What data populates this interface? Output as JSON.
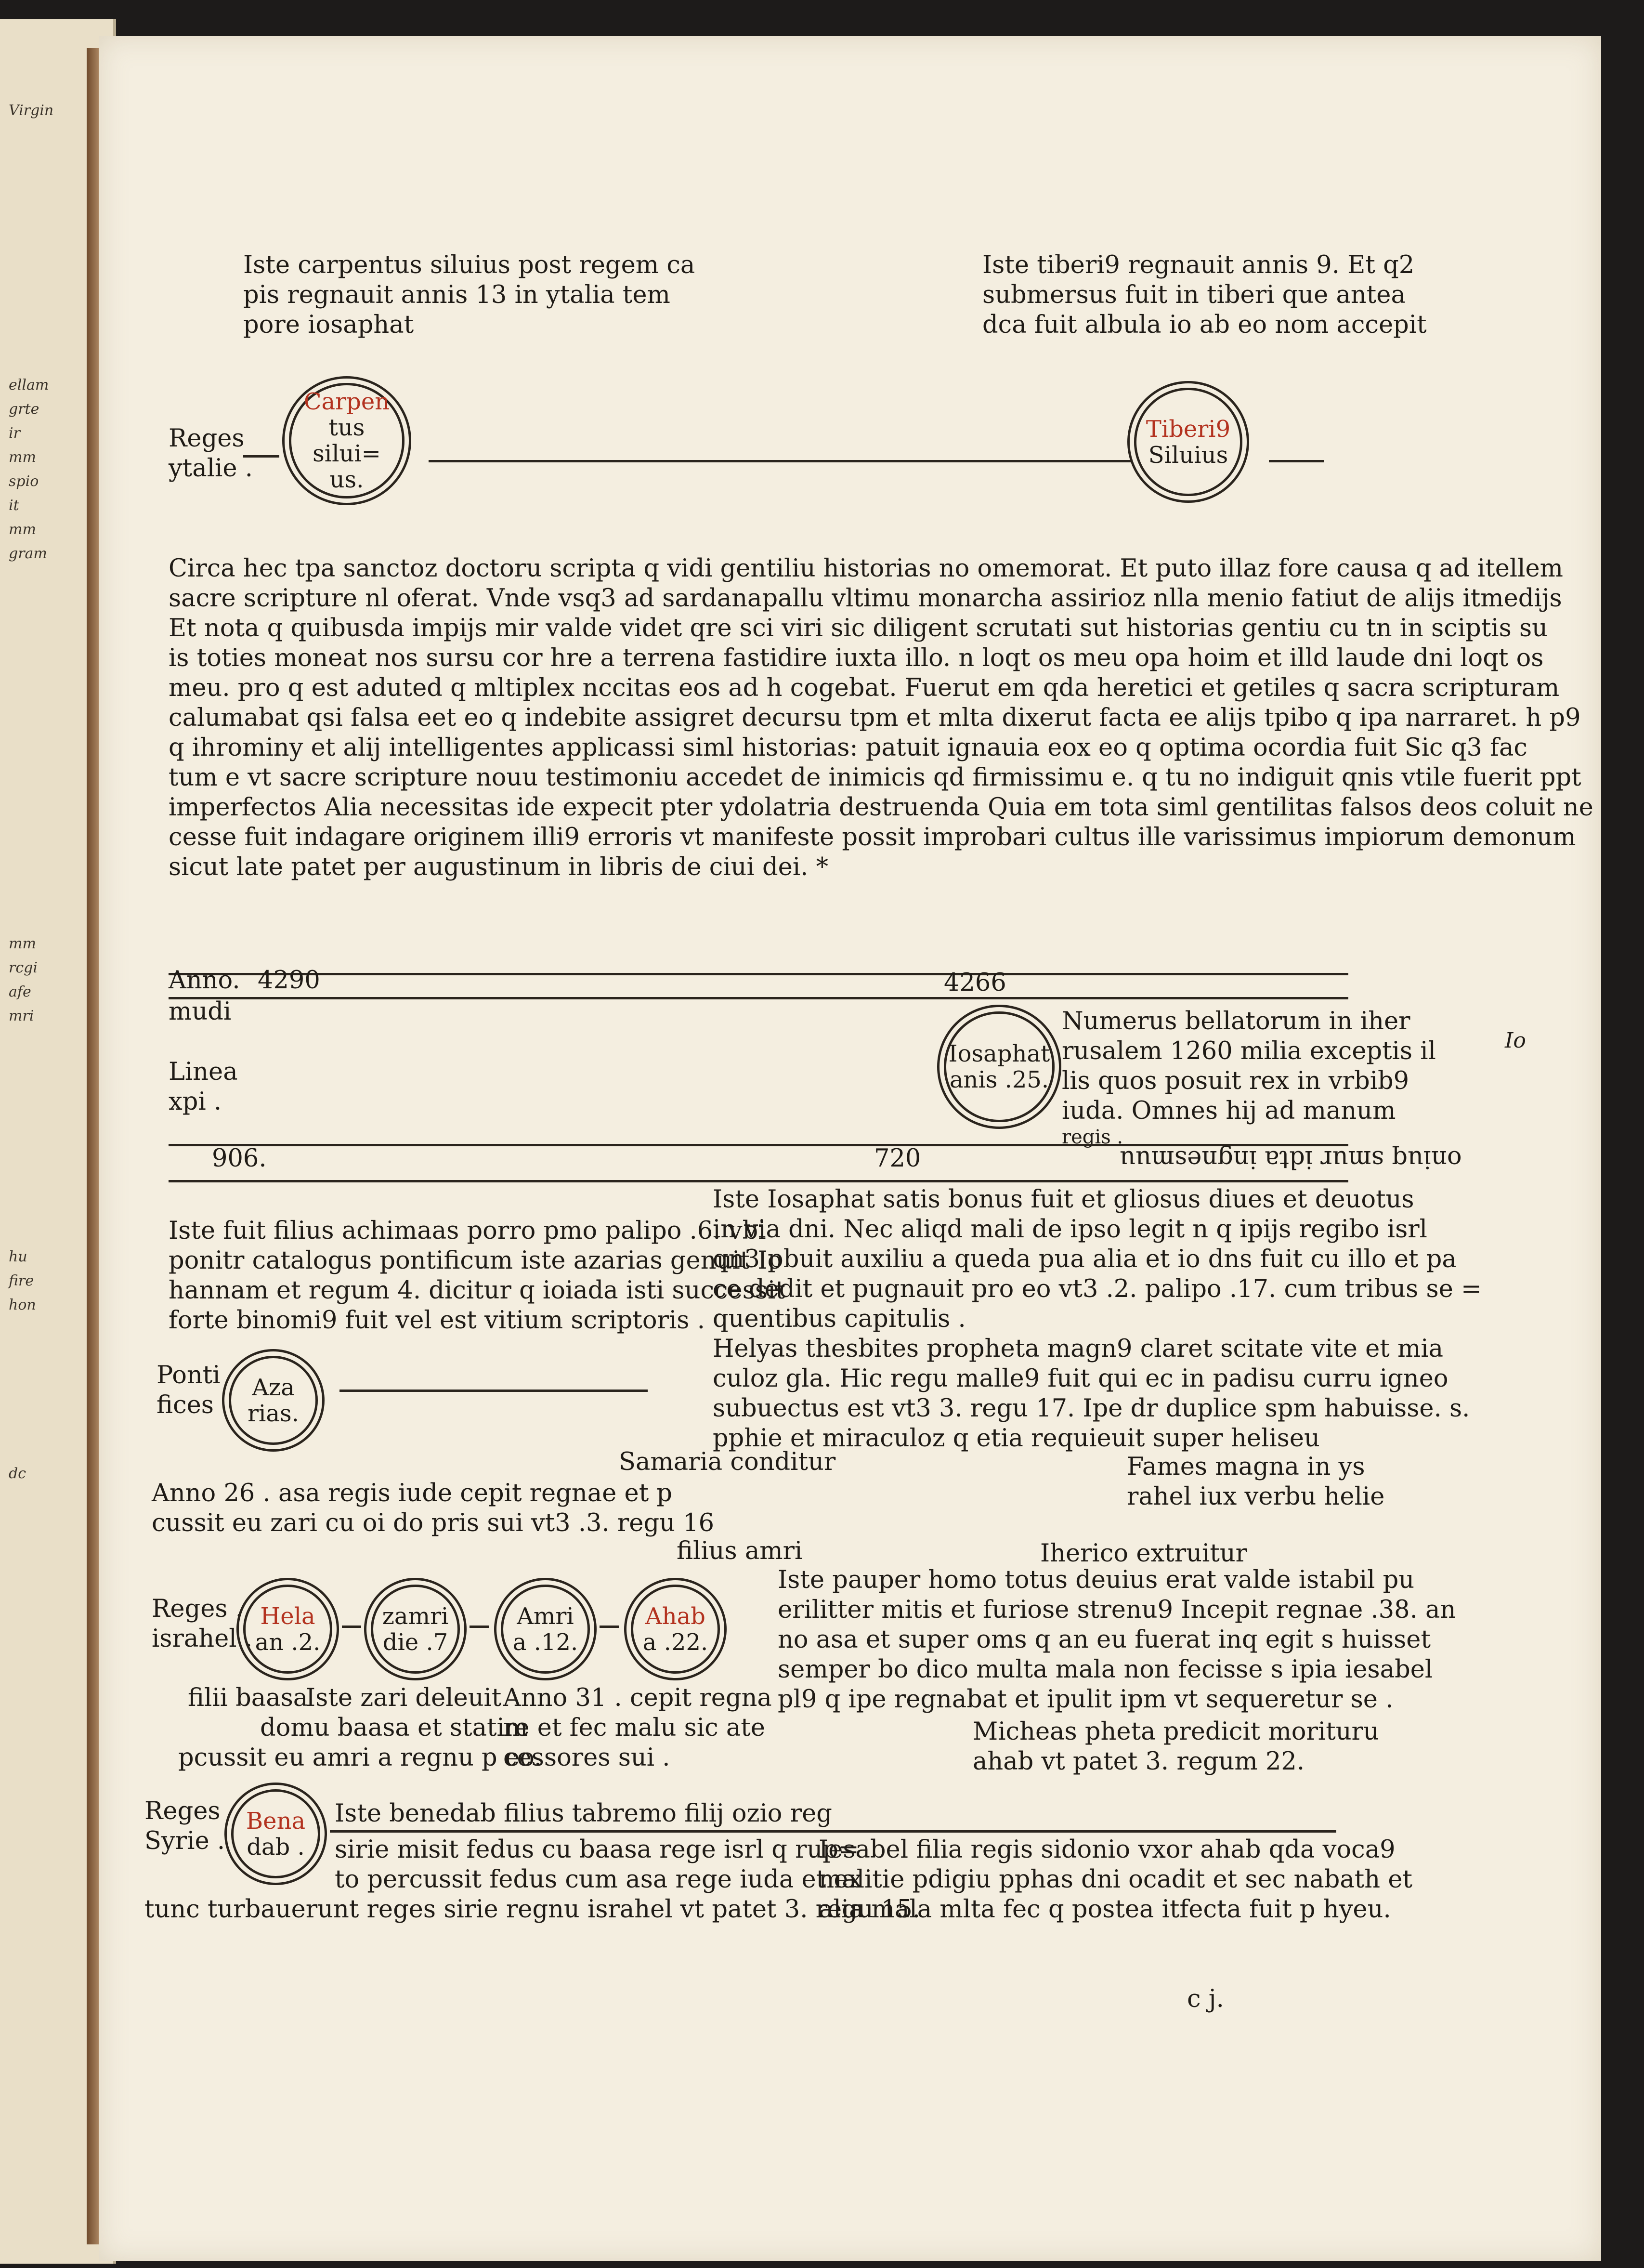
{
  "left_page_fragments": [
    "Virgin",
    "ellam",
    "grte",
    "ir",
    "mm",
    "spio",
    "it",
    "mm",
    "gram",
    "mm",
    "rcgi",
    "afe",
    "mri",
    "hu",
    "fire",
    "hon",
    "dc"
  ],
  "top_left_note": [
    "Iste carpentus siluius post regem ca",
    "pis regnauit annis 13 in ytalia tem",
    "pore iosaphat"
  ],
  "top_right_note": [
    "Iste tiberi9 regnauit annis 9. Et q2",
    "submersus fuit in tiberi que antea",
    "dca fuit albula io ab eo nom accepit"
  ],
  "reges_ytalie": [
    "Reges",
    "ytalie ."
  ],
  "circle_carpentus": [
    "Carpen",
    "tus silui=",
    "us."
  ],
  "circle_tiberius": [
    "Tiberi9",
    "Siluius"
  ],
  "main_paragraph": [
    "Circa hec tpa sanctoz doctoru scripta q vidi gentiliu historias no omemorat. Et puto illaz fore causa q ad itellem",
    "sacre scripture nl oferat. Vnde vsq3 ad sardanapallu vltimu monarcha assirioz nlla menio fatiut de alijs itmedijs",
    "Et nota q quibusda impijs mir valde videt qre sci viri sic diligent scrutati sut historias gentiu cu tn in sciptis su",
    "is toties moneat nos sursu cor hre a terrena fastidire iuxta illo. n loqt os meu opa hoim et illd laude dni loqt os",
    "meu. pro q est aduted q mltiplex nccitas eos ad h cogebat. Fuerut em qda heretici et getiles q sacra scripturam",
    "calumabat qsi falsa eet eo q indebite assigret decursu tpm et mlta dixerut facta ee alijs tpibo q ipa narraret. h p9",
    "q ihrominy et alij intelligentes applicassi siml historias: patuit ignauia eox eo q optima ocordia fuit Sic q3 fac",
    "tum e vt sacre scripture nouu testimoniu accedet de inimicis qd firmissimu e. q tu no indiguit qnis vtile fuerit ppt",
    "imperfectos Alia necessitas ide expecit pter ydolatria destruenda Quia em tota siml gentilitas falsos deos coluit ne",
    "cesse fuit indagare originem illi9 erroris vt manifeste possit improbari cultus ille varissimus impiorum demonum",
    "sicut late patet per augustinum in libris de ciui dei. *"
  ],
  "anno_mundi_labels": [
    "Anno.",
    "mudi",
    "Linea",
    "xpi ."
  ],
  "year_left_top": "4290",
  "year_right_top": "4266",
  "year_bottom_left": "906.",
  "year_bottom_mid": "720",
  "circle_iosaphat": [
    "Iosaphat",
    "anis .25."
  ],
  "numerus_note": [
    "Numerus bellatorum in iher",
    "rusalem 1260 milia exceptis il",
    "lis quos posuit rex in vrbib9",
    "iuda. Omnes hij ad manum",
    "regis ."
  ],
  "inverted_note": "oniuq smur idta ingnesmuu",
  "margin_mark": "Io",
  "iosaphat_paragraph": [
    "Iste Iosaphat satis bonus fuit et gliosus diues et deuotus",
    "in via dni. Nec aliqd mali de ipso legit n q ipijs regibo isrl",
    "qn3 pbuit auxiliu a queda pua alia et io dns fuit cu illo et pa",
    "ce dedit et pugnauit pro eo vt3 .2. palipo .17. cum tribus se =",
    "quentibus capitulis ."
  ],
  "helyas_paragraph": [
    "Helyas thesbites propheta magn9 claret scitate vite et mia",
    "culoz gla. Hic regu malle9 fuit qui ec in padisu curru igneo",
    "subuectus est vt3 3. regu 17. Ipe dr duplice spm habuisse. s.",
    "pphie et miraculoz q etia requieuit super heliseu"
  ],
  "azarias_paragraph": [
    "Iste fuit filius achimaas porro pmo palipo .6. vbi",
    "ponitr catalogus pontificum iste azarias genuit Io",
    "hannam et regum 4. dicitur q ioiada isti successit",
    "forte binomi9 fuit vel est vitium scriptoris ."
  ],
  "ponti_fices": [
    "Ponti",
    "fices ."
  ],
  "circle_azarias": [
    "Aza",
    "rias."
  ],
  "samaria": "Samaria conditur",
  "fames": [
    "Fames magna in ys",
    "rahel iux verbu helie"
  ],
  "anno26": [
    "Anno 26 . asa regis iude cepit regnae et p",
    "cussit eu zari cu oi do pris sui vt3 .3. regu 16"
  ],
  "filius_amri": "filius amri",
  "iherico": "Iherico extruitur",
  "reges_israhel": [
    "Reges .",
    "israhel ."
  ],
  "circle_hela": [
    "Hela",
    "an .2."
  ],
  "circle_zamri": [
    "zamri",
    "die .7"
  ],
  "circle_amri": [
    "Amri",
    "a .12."
  ],
  "circle_ahab": [
    "Ahab",
    "a .22."
  ],
  "ahab_paragraph": [
    "Iste pauper homo totus deuius erat valde istabil pu",
    "erilitter mitis et furiose strenu9 Incepit regnae .38. an",
    "no asa et super oms q an eu fuerat inq egit s huisset",
    "semper bo dico multa mala non fecisse s ipia iesabel",
    "pl9 q ipe regnabat et ipulit ipm vt sequeretur se ."
  ],
  "micheas": [
    "Micheas pheta predicit morituru",
    "ahab vt patet 3. regum 22."
  ],
  "filii_baasa": [
    "filii baasa",
    "domu baasa et statim",
    "pcussit eu amri a regnu p eo."
  ],
  "zari_note": "Iste zari deleuit",
  "anno31": [
    "Anno 31 . cepit regna",
    "re et fec malu sic ate",
    "cessores sui ."
  ],
  "reges_syrie": [
    "Reges .",
    "Syrie ."
  ],
  "circle_benadab": [
    "Bena",
    "dab ."
  ],
  "benadab_paragraph": [
    "Iste benedab filius tabremo filij ozio reg",
    "sirie misit fedus cu baasa rege isrl q rup=",
    "to percussit fedus cum asa rege iuda et ex",
    "tunc turbauerunt reges sirie regnu israhel vt patet 3. regu 15."
  ],
  "iesabel_paragraph": [
    "Iesabel filia regis sidonio vxor ahab qda voca9",
    "malitie pdigiu pphas dni ocadit et sec nabath et",
    "alia mala mlta fec q postea itfecta fuit p hyeu."
  ],
  "signature": "c j."
}
